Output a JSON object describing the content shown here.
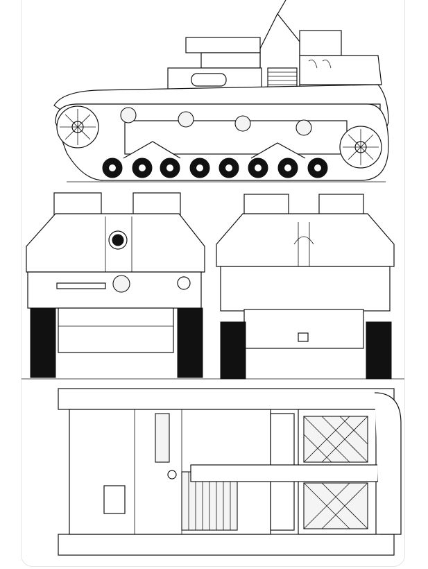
{
  "drawing": {
    "subject": "light-tank-blueprint",
    "views": [
      "side-view",
      "front-view",
      "rear-view",
      "top-view"
    ],
    "line_color": "#111111",
    "background": "#ffffff"
  }
}
